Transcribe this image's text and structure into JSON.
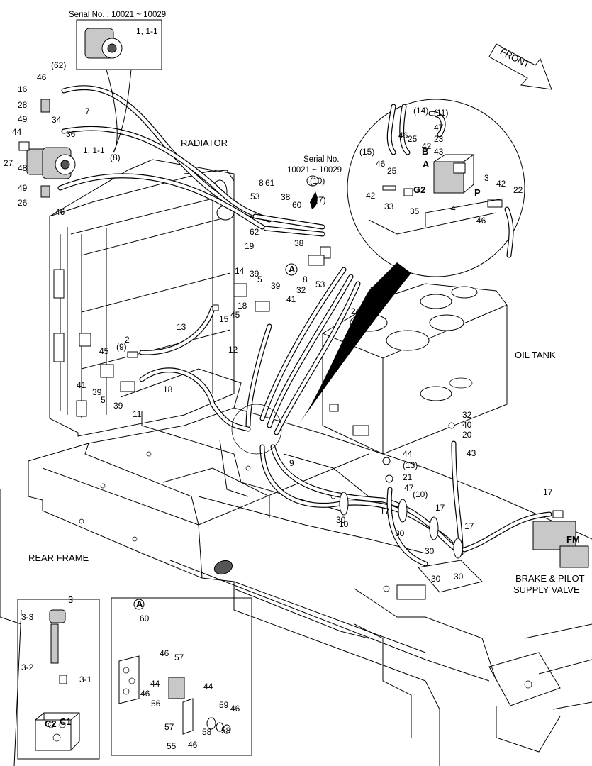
{
  "serial_top": "Serial No. : 10021 ~ 10029",
  "serial_mid_1": "Serial No.",
  "serial_mid_2": "10021 ~ 10029",
  "front": "FRONT",
  "section_labels": {
    "radiator": "RADIATOR",
    "oil_tank": "OIL TANK",
    "rear_frame": "REAR FRAME",
    "brake_1": "BRAKE & PILOT",
    "brake_2": "SUPPLY VALVE",
    "fm": "FM"
  },
  "detail_a_marker": "A",
  "detail_3_title": "3",
  "port_labels": {
    "A": "A",
    "B": "B",
    "P": "P",
    "G2": "G2",
    "C1": "C1",
    "C2": "C2"
  },
  "callouts": [
    "1, 1-1",
    "(62)",
    "46",
    "16",
    "28",
    "49",
    "34",
    "7",
    "36",
    "44",
    "27",
    "48",
    "1, 1-1",
    "(8)",
    "49",
    "26",
    "46",
    "(14)",
    "(11)",
    "47",
    "23",
    "46",
    "25",
    "42",
    "43",
    "(15)",
    "46",
    "25",
    "42",
    "33",
    "35",
    "4",
    "3",
    "42",
    "22",
    "46",
    "(10)",
    "8",
    "61",
    "53",
    "38",
    "60",
    "(7)",
    "62",
    "19",
    "38",
    "8",
    "53",
    "31",
    "14",
    "39",
    "5",
    "39",
    "18",
    "41",
    "32",
    "15",
    "45",
    "24",
    "13",
    "12",
    "(9)",
    "2",
    "45",
    "41",
    "39",
    "5",
    "39",
    "18",
    "11",
    "32",
    "40",
    "20",
    "44",
    "43",
    "(13)",
    "21",
    "47",
    "9",
    "(10)",
    "17",
    "10",
    "30",
    "17",
    "17",
    "17",
    "30",
    "30",
    "30",
    "30",
    "3-3",
    "3-2",
    "3-1",
    "60",
    "46",
    "57",
    "44",
    "46",
    "44",
    "59",
    "46",
    "56",
    "57",
    "55",
    "46",
    "58",
    "58"
  ]
}
